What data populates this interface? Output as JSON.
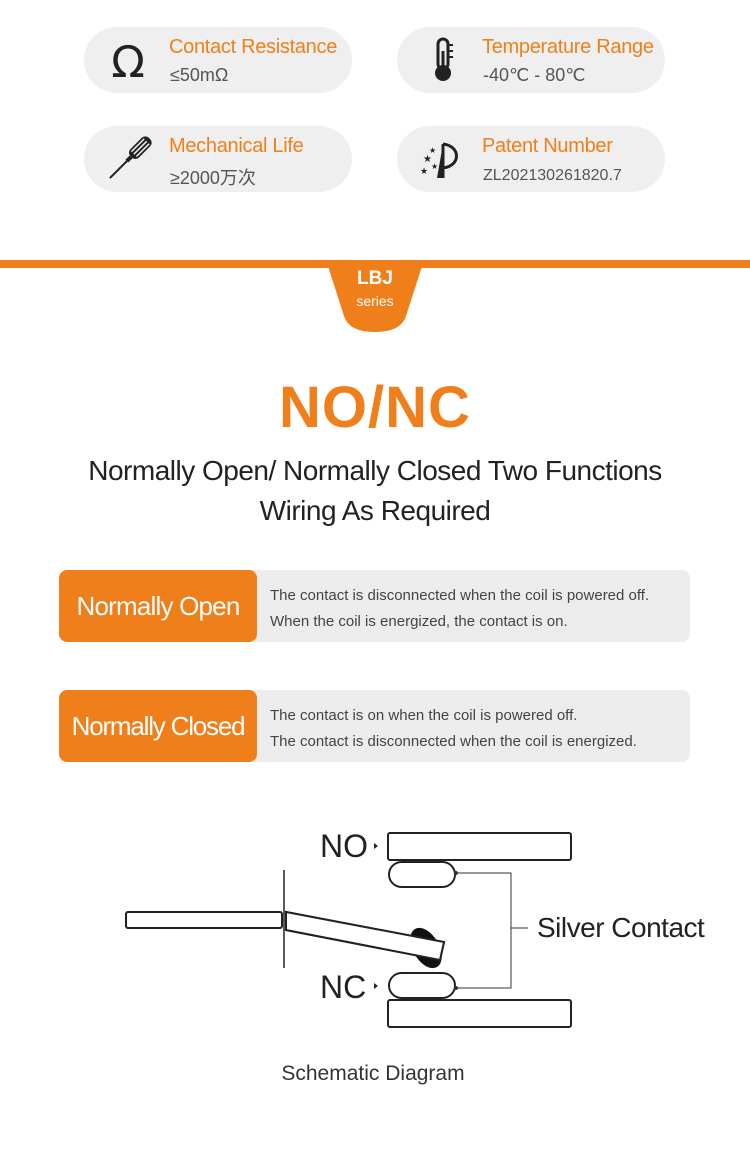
{
  "specs": [
    {
      "icon": "ohm-icon",
      "label": "Contact Resistance",
      "value": "≤50mΩ"
    },
    {
      "icon": "thermometer-icon",
      "label": "Temperature Range",
      "value": "-40℃ - 80℃"
    },
    {
      "icon": "screwdriver-icon",
      "label": "Mechanical Life",
      "value": "≥2000万次"
    },
    {
      "icon": "patent-icon",
      "label": "Patent Number",
      "value": "ZL202130261820.7"
    }
  ],
  "badge": {
    "line1": "LBJ",
    "line2": "series"
  },
  "title": "NO/NC",
  "subtitle": {
    "line1": "Normally Open/ Normally Closed  Two Functions",
    "line2": "Wiring As Required"
  },
  "modes": [
    {
      "label": "Normally Open",
      "lines": [
        "The contact is disconnected when the coil is powered off.",
        "When the coil is energized, the contact is on."
      ]
    },
    {
      "label": "Normally Closed",
      "lines": [
        "The contact is on when the coil is powered off.",
        "The contact is disconnected when the coil is energized."
      ]
    }
  ],
  "diagram": {
    "no_label": "NO",
    "nc_label": "NC",
    "silver_label": "Silver Contact",
    "caption": "Schematic Diagram"
  },
  "colors": {
    "accent": "#ef7f1a",
    "pill_bg": "#efefef",
    "row_bg": "#ececec"
  }
}
